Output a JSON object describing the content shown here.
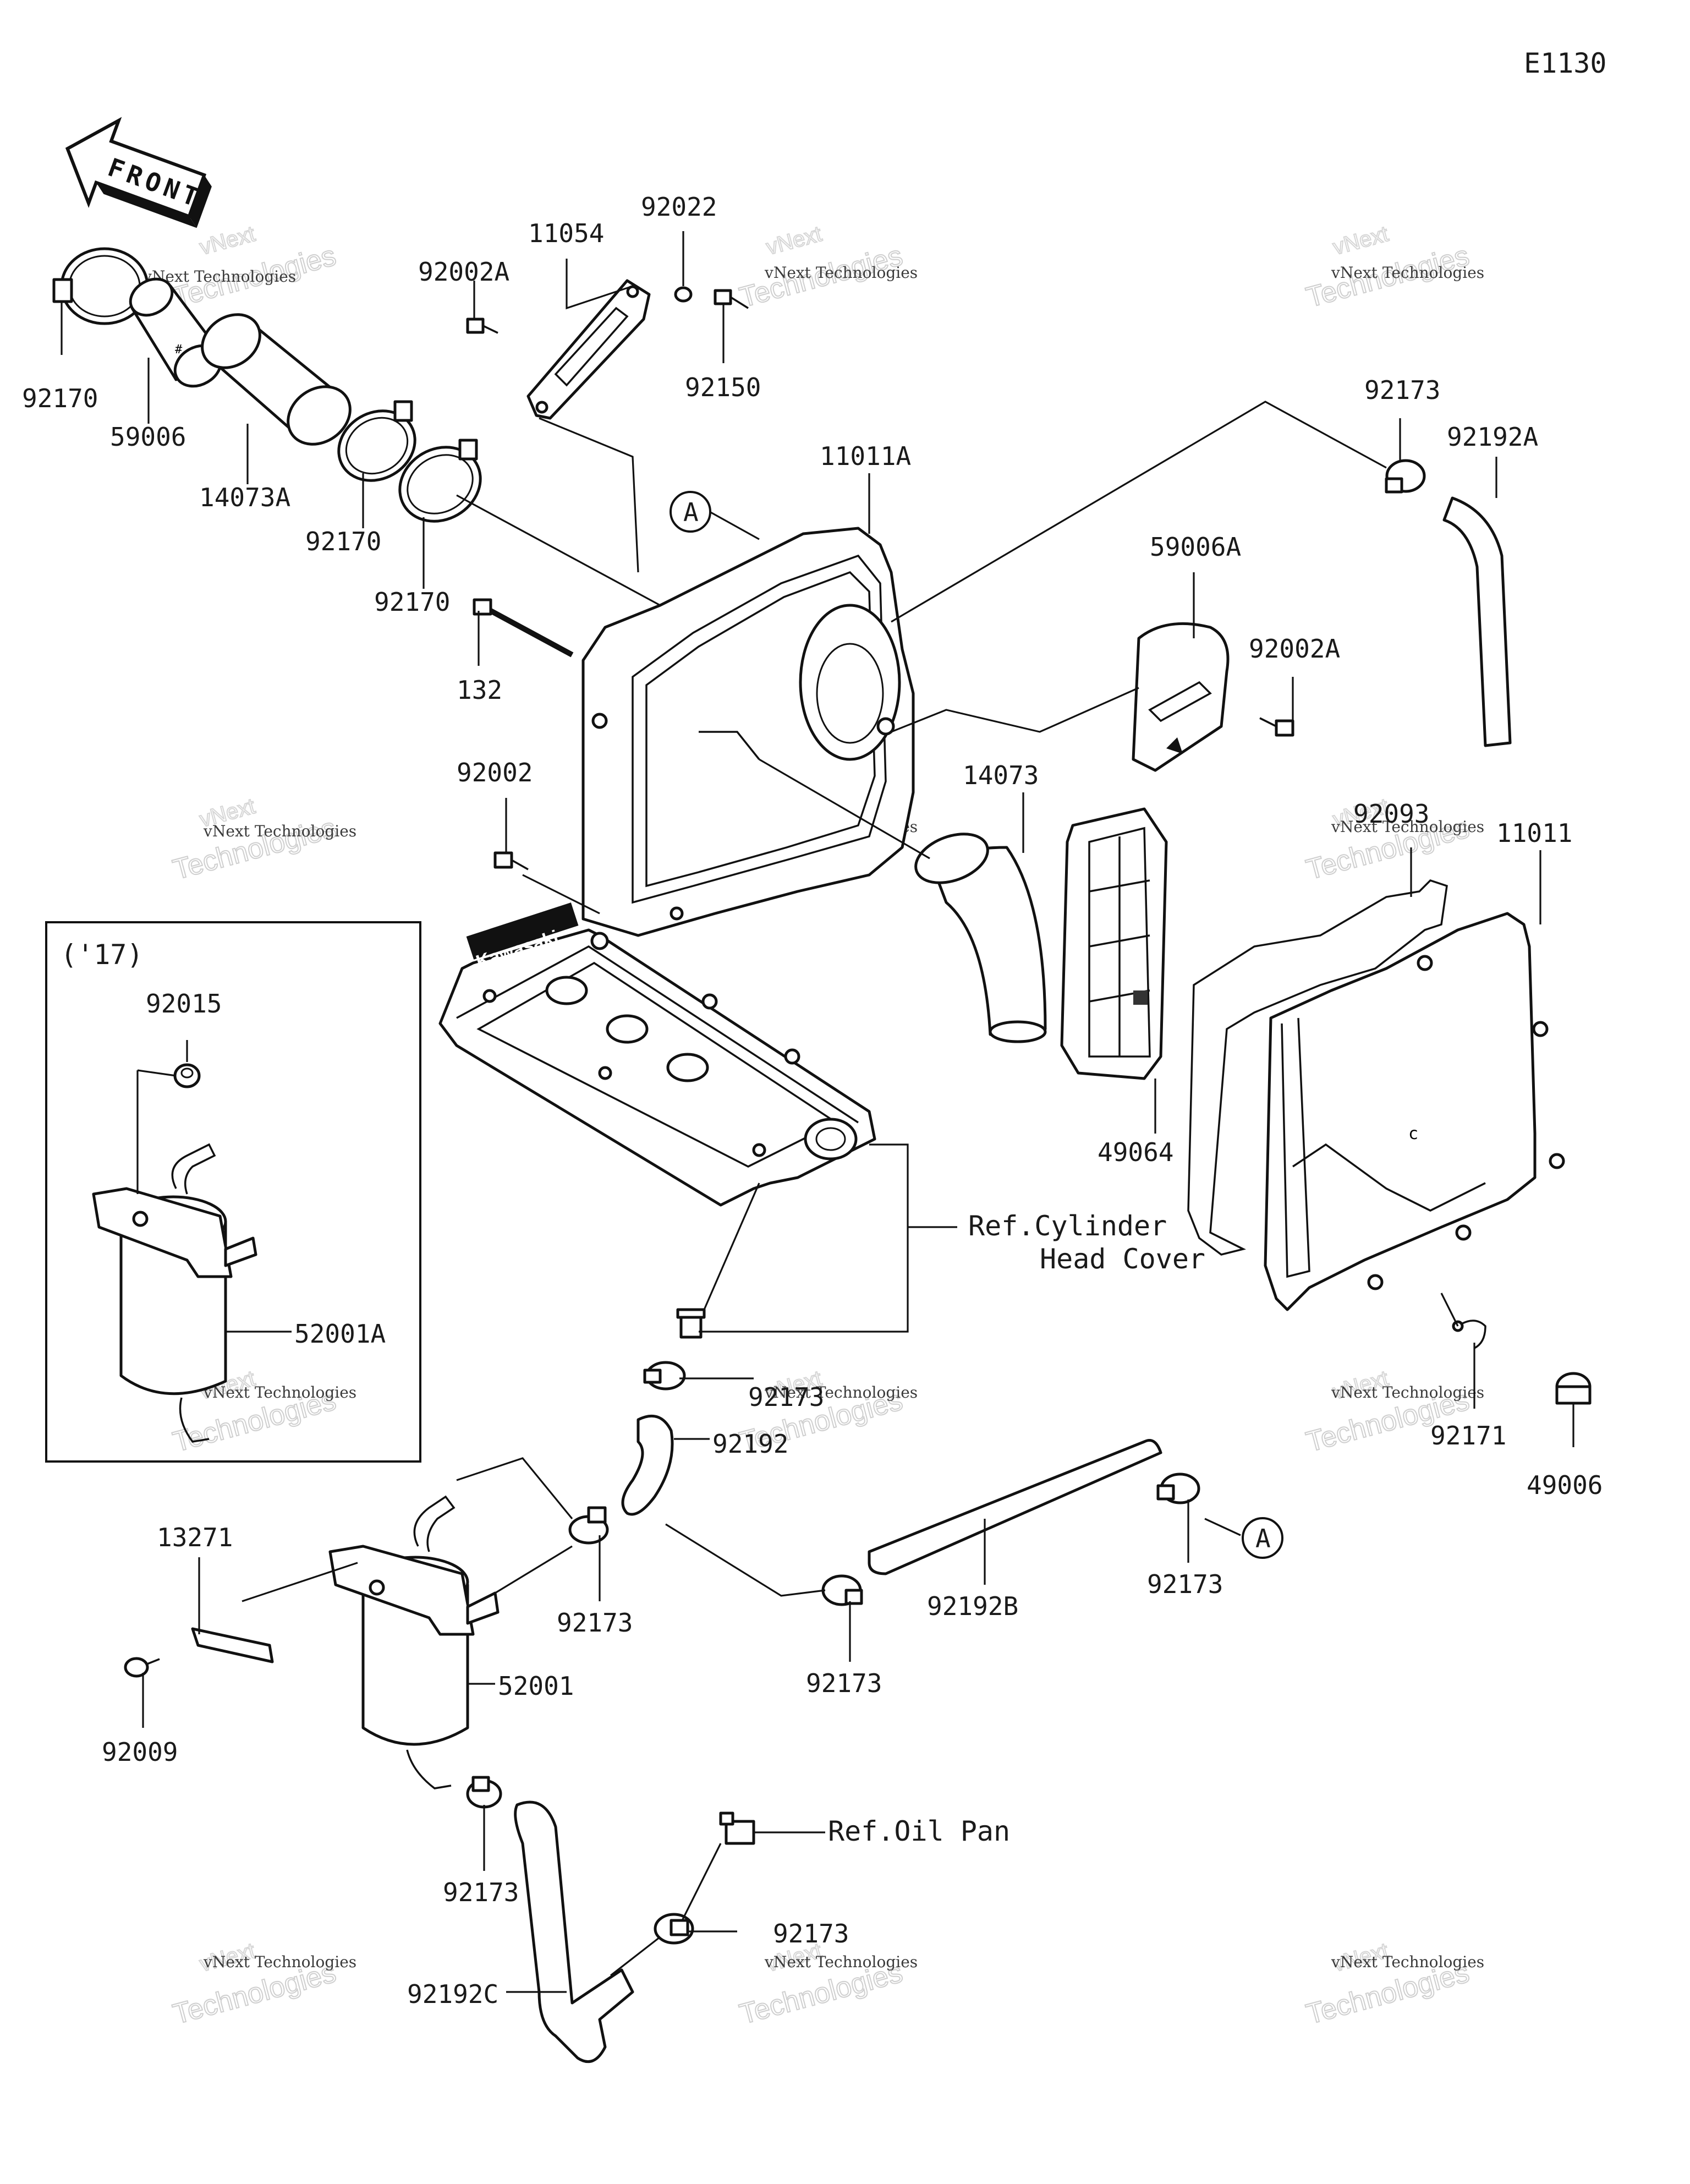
{
  "diagram_code": "E1130",
  "front_label": "FRONT",
  "variant_box_label": "('17)",
  "callout_A": "A",
  "part_numbers": {
    "p92170_a": "92170",
    "p59006": "59006",
    "p14073A": "14073A",
    "p92170_b": "92170",
    "p92170_c": "92170",
    "p11054": "11054",
    "p92022": "92022",
    "p92002A_a": "92002A",
    "p92150": "92150",
    "p11011A": "11011A",
    "p92173_a": "92173",
    "p92192A": "92192A",
    "p59006A": "59006A",
    "p92002A_b": "92002A",
    "p132": "132",
    "p92002": "92002",
    "p14073": "14073",
    "p92093": "92093",
    "p11011": "11011",
    "p49064": "49064",
    "p92015": "92015",
    "p52001A": "52001A",
    "p92173_b": "92173",
    "p92192": "92192",
    "p92171": "92171",
    "p49006": "49006",
    "p13271": "13271",
    "p92173_c": "92173",
    "p92192B": "92192B",
    "p92173_d": "92173",
    "p52001": "52001",
    "p92173_e": "92173",
    "p92009": "92009",
    "p92173_f": "92173",
    "p92173_g": "92173",
    "p92192C": "92192C"
  },
  "references": {
    "cyl_head_line1": "Ref.Cylinder",
    "cyl_head_line2": "Head Cover",
    "oil_pan": "Ref.Oil Pan"
  },
  "cover_logo": "Kawasaki",
  "watermark": {
    "line1": "vNext Technologies",
    "line2": "Technologies",
    "line3": "vNext"
  }
}
